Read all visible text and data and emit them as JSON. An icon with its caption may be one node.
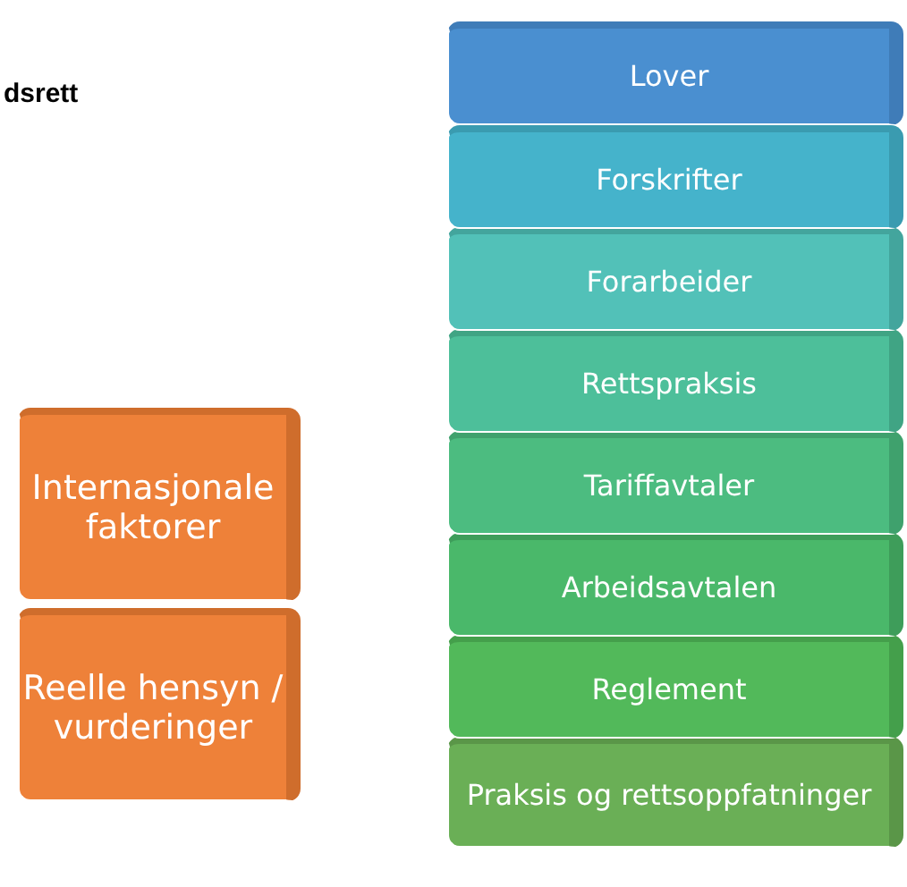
{
  "diagram": {
    "title": "dsrett",
    "nodes": [
      {
        "text": [
          "Lover"
        ]
      },
      {
        "text": [
          "Forskrifter"
        ]
      },
      {
        "text": [
          "Forarbeider"
        ]
      },
      {
        "text": [
          "Rettspraksis"
        ]
      },
      {
        "text": [
          "Tariffavtaler"
        ]
      },
      {
        "text": [
          "Arbeidsavtalen"
        ]
      },
      {
        "text": [
          "Reglement"
        ]
      },
      {
        "text": [
          "Praksis og rettsoppfatninger"
        ]
      },
      {
        "text": [
          "Internasjonale faktorer"
        ]
      },
      {
        "text": [
          "Reelle hensyn / vurderinger"
        ]
      }
    ]
  }
}
